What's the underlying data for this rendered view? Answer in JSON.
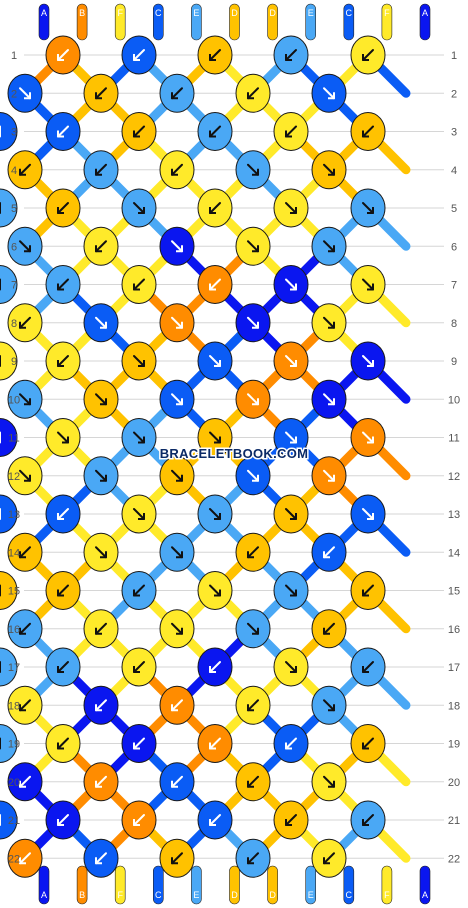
{
  "strings_top": [
    "A",
    "B",
    "F",
    "C",
    "E",
    "D",
    "D",
    "E",
    "C",
    "F",
    "A"
  ],
  "strings_bottom": [
    "A",
    "B",
    "F",
    "C",
    "E",
    "D",
    "D",
    "E",
    "C",
    "F",
    "A"
  ],
  "colors": {
    "A": "#0a16f0",
    "B": "#ff8c00",
    "C": "#0a5cf5",
    "D": "#ffc200",
    "E": "#4aa8f5",
    "F": "#ffea2a"
  },
  "row_numbers": [
    "1",
    "2",
    "3",
    "4",
    "5",
    "6",
    "7",
    "8",
    "9",
    "10",
    "11",
    "12",
    "13",
    "14",
    "15",
    "16",
    "17",
    "18",
    "19",
    "20",
    "21",
    "22"
  ],
  "watermark": "BRACELETBOOK.COM",
  "knots": [
    [
      {
        "c": "B",
        "a": "down-left"
      },
      {
        "c": "C",
        "a": "down-left"
      },
      {
        "c": "D",
        "a": "down-left"
      },
      {
        "c": "E",
        "a": "down-left"
      },
      {
        "c": "F",
        "a": "down-left"
      }
    ],
    [
      {
        "c": "C",
        "a": "down-right"
      },
      {
        "c": "D",
        "a": "down-left"
      },
      {
        "c": "E",
        "a": "down-left"
      },
      {
        "c": "F",
        "a": "down-left"
      },
      {
        "c": "C",
        "a": "down-right"
      }
    ],
    [
      {
        "c": "C",
        "a": "down-left"
      },
      {
        "c": "D",
        "a": "down-left"
      },
      {
        "c": "E",
        "a": "down-left"
      },
      {
        "c": "F",
        "a": "down-left"
      },
      {
        "c": "D",
        "a": "down-left"
      },
      {
        "c": "C",
        "a": "down-left"
      }
    ],
    [
      {
        "c": "D",
        "a": "down-left"
      },
      {
        "c": "E",
        "a": "down-left"
      },
      {
        "c": "F",
        "a": "down-left"
      },
      {
        "c": "E",
        "a": "down-right"
      },
      {
        "c": "D",
        "a": "down-right"
      }
    ],
    [
      {
        "c": "D",
        "a": "down-left"
      },
      {
        "c": "E",
        "a": "down-right"
      },
      {
        "c": "F",
        "a": "down-left"
      },
      {
        "c": "F",
        "a": "down-right"
      },
      {
        "c": "E",
        "a": "down-right"
      },
      {
        "c": "E",
        "a": "down-right"
      }
    ],
    [
      {
        "c": "E",
        "a": "down-right"
      },
      {
        "c": "F",
        "a": "down-left"
      },
      {
        "c": "A",
        "a": "down-right"
      },
      {
        "c": "F",
        "a": "down-right"
      },
      {
        "c": "E",
        "a": "down-right"
      }
    ],
    [
      {
        "c": "E",
        "a": "down-left"
      },
      {
        "c": "F",
        "a": "down-left"
      },
      {
        "c": "B",
        "a": "down-left"
      },
      {
        "c": "A",
        "a": "down-right"
      },
      {
        "c": "F",
        "a": "down-right"
      },
      {
        "c": "E",
        "a": "down-right"
      }
    ],
    [
      {
        "c": "F",
        "a": "down-left"
      },
      {
        "c": "C",
        "a": "down-right"
      },
      {
        "c": "B",
        "a": "down-right"
      },
      {
        "c": "A",
        "a": "down-right"
      },
      {
        "c": "F",
        "a": "down-right"
      }
    ],
    [
      {
        "c": "F",
        "a": "down-left"
      },
      {
        "c": "D",
        "a": "down-right"
      },
      {
        "c": "C",
        "a": "down-right"
      },
      {
        "c": "B",
        "a": "down-right"
      },
      {
        "c": "A",
        "a": "down-right"
      },
      {
        "c": "F",
        "a": "down-right"
      }
    ],
    [
      {
        "c": "E",
        "a": "down-right"
      },
      {
        "c": "D",
        "a": "down-right"
      },
      {
        "c": "C",
        "a": "down-right"
      },
      {
        "c": "B",
        "a": "down-right"
      },
      {
        "c": "A",
        "a": "down-right"
      }
    ],
    [
      {
        "c": "F",
        "a": "down-right"
      },
      {
        "c": "E",
        "a": "down-right"
      },
      {
        "c": "D",
        "a": "down-right"
      },
      {
        "c": "C",
        "a": "down-right"
      },
      {
        "c": "B",
        "a": "down-right"
      },
      {
        "c": "A",
        "a": "down-right"
      }
    ],
    [
      {
        "c": "F",
        "a": "down-right"
      },
      {
        "c": "E",
        "a": "down-right"
      },
      {
        "c": "D",
        "a": "down-right"
      },
      {
        "c": "C",
        "a": "down-right"
      },
      {
        "c": "B",
        "a": "down-right"
      }
    ],
    [
      {
        "c": "C",
        "a": "down-left"
      },
      {
        "c": "F",
        "a": "down-right"
      },
      {
        "c": "E",
        "a": "down-right"
      },
      {
        "c": "D",
        "a": "down-right"
      },
      {
        "c": "C",
        "a": "down-right"
      },
      {
        "c": "C",
        "a": "down-left"
      }
    ],
    [
      {
        "c": "D",
        "a": "down-left"
      },
      {
        "c": "F",
        "a": "down-right"
      },
      {
        "c": "E",
        "a": "down-right"
      },
      {
        "c": "D",
        "a": "down-left"
      },
      {
        "c": "C",
        "a": "down-left"
      }
    ],
    [
      {
        "c": "D",
        "a": "down-left"
      },
      {
        "c": "E",
        "a": "down-left"
      },
      {
        "c": "F",
        "a": "down-right"
      },
      {
        "c": "E",
        "a": "down-right"
      },
      {
        "c": "D",
        "a": "down-left"
      },
      {
        "c": "D",
        "a": "down-left"
      }
    ],
    [
      {
        "c": "E",
        "a": "down-left"
      },
      {
        "c": "F",
        "a": "down-left"
      },
      {
        "c": "F",
        "a": "down-right"
      },
      {
        "c": "E",
        "a": "down-right"
      },
      {
        "c": "D",
        "a": "down-left"
      }
    ],
    [
      {
        "c": "E",
        "a": "down-left"
      },
      {
        "c": "F",
        "a": "down-left"
      },
      {
        "c": "A",
        "a": "down-left"
      },
      {
        "c": "F",
        "a": "down-right"
      },
      {
        "c": "E",
        "a": "down-left"
      },
      {
        "c": "E",
        "a": "down-left"
      }
    ],
    [
      {
        "c": "F",
        "a": "down-left"
      },
      {
        "c": "A",
        "a": "down-left"
      },
      {
        "c": "B",
        "a": "down-left"
      },
      {
        "c": "F",
        "a": "down-left"
      },
      {
        "c": "E",
        "a": "down-right"
      }
    ],
    [
      {
        "c": "F",
        "a": "down-left"
      },
      {
        "c": "A",
        "a": "down-left"
      },
      {
        "c": "B",
        "a": "down-left"
      },
      {
        "c": "C",
        "a": "down-left"
      },
      {
        "c": "D",
        "a": "down-left"
      },
      {
        "c": "E",
        "a": "down-left"
      }
    ],
    [
      {
        "c": "A",
        "a": "down-left"
      },
      {
        "c": "B",
        "a": "down-left"
      },
      {
        "c": "C",
        "a": "down-left"
      },
      {
        "c": "D",
        "a": "down-left"
      },
      {
        "c": "F",
        "a": "down-right"
      }
    ],
    [
      {
        "c": "A",
        "a": "down-left"
      },
      {
        "c": "B",
        "a": "down-left"
      },
      {
        "c": "C",
        "a": "down-left"
      },
      {
        "c": "D",
        "a": "down-left"
      },
      {
        "c": "E",
        "a": "down-left"
      },
      {
        "c": "C",
        "a": "down-left"
      }
    ],
    [
      {
        "c": "B",
        "a": "down-left"
      },
      {
        "c": "C",
        "a": "down-left"
      },
      {
        "c": "D",
        "a": "down-left"
      },
      {
        "c": "E",
        "a": "down-left"
      },
      {
        "c": "F",
        "a": "down-left"
      }
    ]
  ]
}
